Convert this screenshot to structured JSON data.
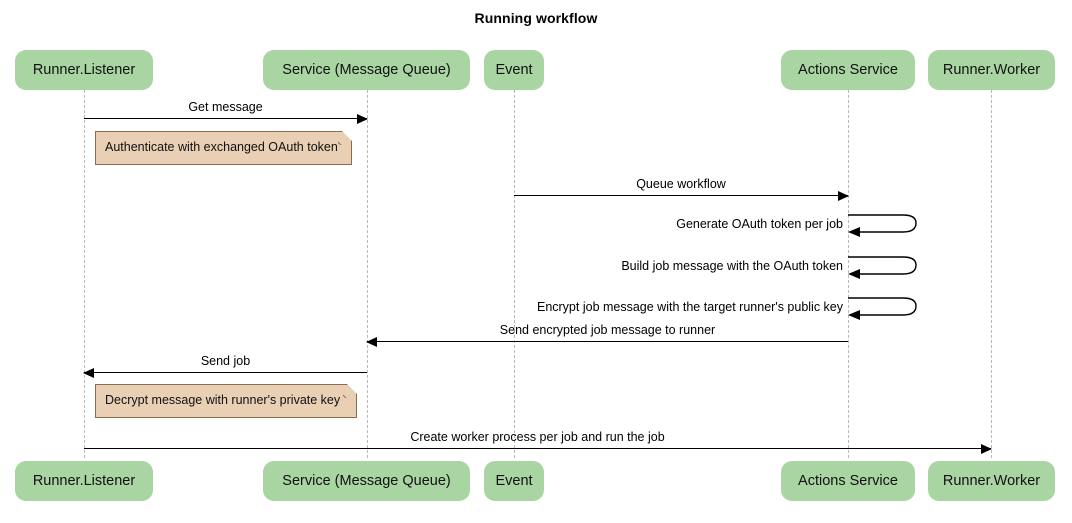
{
  "title": "Running workflow",
  "colors": {
    "participant_fill": "#a9d5a2",
    "note_fill": "#e9cfb4",
    "note_border": "#8a6d4e",
    "lifeline": "#b9b9b9",
    "arrow": "#000000",
    "background": "#ffffff"
  },
  "participants": [
    {
      "id": "runner-listener",
      "label": "Runner.Listener"
    },
    {
      "id": "service-message-queue",
      "label": "Service (Message Queue)"
    },
    {
      "id": "event",
      "label": "Event"
    },
    {
      "id": "actions-service",
      "label": "Actions Service"
    },
    {
      "id": "runner-worker",
      "label": "Runner.Worker"
    }
  ],
  "messages": [
    {
      "id": "get-message",
      "label": "Get message",
      "from": "runner-listener",
      "to": "service-message-queue",
      "direction": "right",
      "type": "arrow"
    },
    {
      "id": "queue-workflow",
      "label": "Queue workflow",
      "from": "event",
      "to": "actions-service",
      "direction": "right",
      "type": "arrow"
    },
    {
      "id": "generate-oauth-token-per-job",
      "label": "Generate OAuth token per job",
      "from": "actions-service",
      "to": "actions-service",
      "direction": "self",
      "type": "self"
    },
    {
      "id": "build-job-message-with-the-oauth-token",
      "label": "Build job message with the OAuth token",
      "from": "actions-service",
      "to": "actions-service",
      "direction": "self",
      "type": "self"
    },
    {
      "id": "encrypt-job-message-with-the-target-runners-public-key",
      "label": "Encrypt job message with the target runner's public key",
      "from": "actions-service",
      "to": "actions-service",
      "direction": "self",
      "type": "self"
    },
    {
      "id": "send-encrypted-job-message-to-runner",
      "label": "Send encrypted job message to runner",
      "from": "actions-service",
      "to": "service-message-queue",
      "direction": "left",
      "type": "arrow"
    },
    {
      "id": "send-job",
      "label": "Send job",
      "from": "service-message-queue",
      "to": "runner-listener",
      "direction": "left",
      "type": "arrow"
    },
    {
      "id": "create-worker-process-per-job-and-run-the-job",
      "label": "Create worker process per job and run the job",
      "from": "runner-listener",
      "to": "runner-worker",
      "direction": "right",
      "type": "arrow"
    }
  ],
  "notes": [
    {
      "id": "note-authenticate",
      "label": "Authenticate with exchanged OAuth token",
      "attached_to": "runner-listener"
    },
    {
      "id": "note-decrypt",
      "label": "Decrypt message with runner's private key",
      "attached_to": "runner-listener"
    }
  ]
}
